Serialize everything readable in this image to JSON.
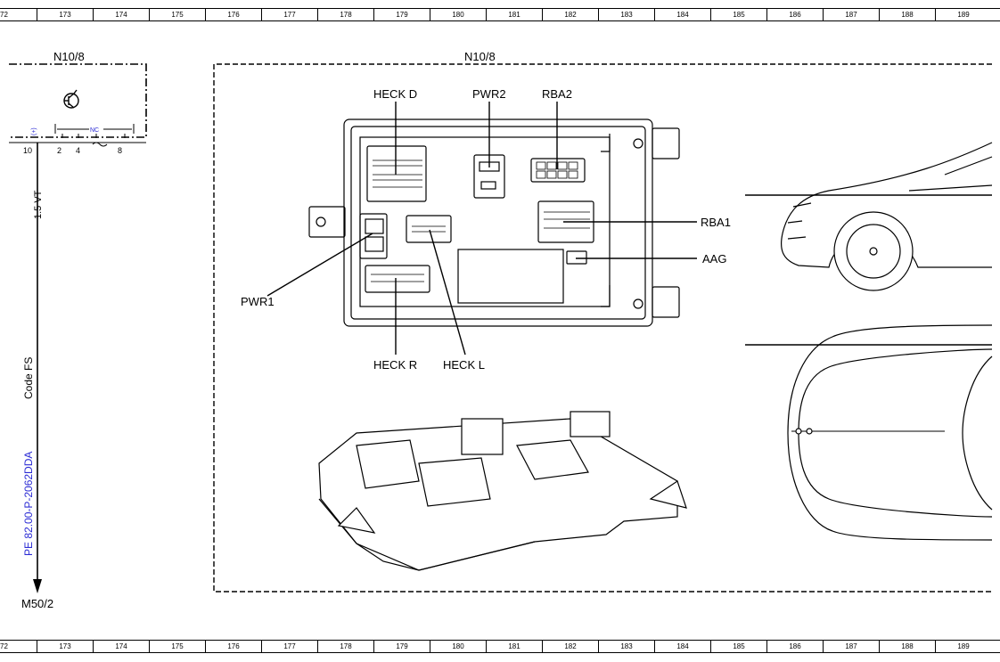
{
  "ruler": [
    "72",
    "173",
    "174",
    "175",
    "176",
    "177",
    "178",
    "179",
    "180",
    "181",
    "182",
    "183",
    "184",
    "185",
    "186",
    "187",
    "188",
    "189"
  ],
  "left_block": {
    "title": "N10/8",
    "contact_label": "NC",
    "pins": [
      "10",
      "2",
      "4",
      "8"
    ],
    "plus_label": "(+)"
  },
  "wire": {
    "cross_section_color": "1.5 VT",
    "code_label": "Code FS",
    "reference": "PE 82.00-P-2062DDA",
    "destination": "M50/2"
  },
  "main_block": {
    "title": "N10/8"
  },
  "connectors": {
    "heck_d": "HECK D",
    "pwr2": "PWR2",
    "rba2": "RBA2",
    "rba1": "RBA1",
    "aag": "AAG",
    "pwr1": "PWR1",
    "heck_r": "HECK R",
    "heck_l": "HECK L"
  },
  "colors": {
    "line": "#000000",
    "reference_blue": "#2a2ad4"
  }
}
